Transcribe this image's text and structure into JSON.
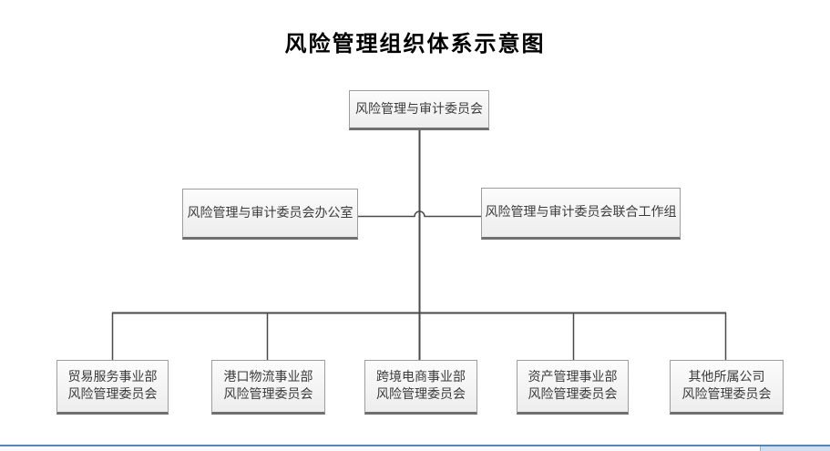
{
  "title": "风险管理组织体系示意图",
  "chart": {
    "root": {
      "label": "风险管理与审计委员会"
    },
    "level2": [
      {
        "label": "风险管理与审计委员会办公室"
      },
      {
        "label": "风险管理与审计委员会联合工作组"
      }
    ],
    "level3": [
      {
        "line1": "贸易服务事业部",
        "line2": "风险管理委员会"
      },
      {
        "line1": "港口物流事业部",
        "line2": "风险管理委员会"
      },
      {
        "line1": "跨境电商事业部",
        "line2": "风险管理委员会"
      },
      {
        "line1": "资产管理事业部",
        "line2": "风险管理委员会"
      },
      {
        "line1": "其他所属公司",
        "line2": "风险管理委员会"
      }
    ]
  },
  "colors": {
    "line": "#4a4a4a",
    "box_border": "#9d9d9d",
    "box_border_bottom": "#6f6f6f",
    "box_fill_top": "#fcfcfc",
    "box_fill_bottom": "#ededed",
    "text": "#3b3b3b",
    "title": "#000000",
    "statusbar_line": "#5585b5",
    "statusbar_fill": "#cfe0f1"
  }
}
